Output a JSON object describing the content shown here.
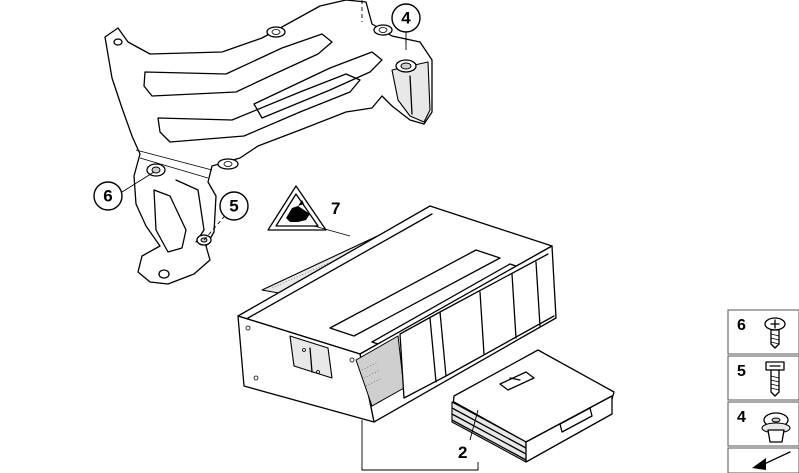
{
  "callouts": [
    {
      "id": "4",
      "label": "4"
    },
    {
      "id": "6",
      "label": "6"
    },
    {
      "id": "5",
      "label": "5"
    },
    {
      "id": "7",
      "label": "7"
    },
    {
      "id": "2",
      "label": "2"
    }
  ],
  "side_panel": {
    "items": [
      {
        "label": "6",
        "icon": "screw-icon"
      },
      {
        "label": "5",
        "icon": "bolt-icon"
      },
      {
        "label": "4",
        "icon": "rubber-grommet-icon"
      }
    ],
    "footer_icon": "arrow-icon"
  },
  "icons": {
    "warning_triangle": "hand-warning-triangle-icon"
  }
}
